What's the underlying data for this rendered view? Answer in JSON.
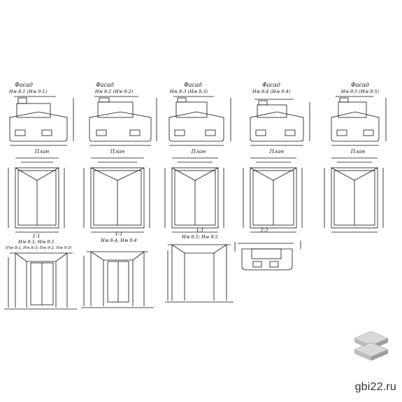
{
  "facades": [
    {
      "title": "Фасад",
      "subtitle": "Нм 8-1 (Нм 9-1)"
    },
    {
      "title": "Фасад",
      "subtitle": "Нм 8-2 (Нм 9-2)"
    },
    {
      "title": "Фасад",
      "subtitle": "Нм 8-3 (Нм 9-3)"
    },
    {
      "title": "Фасад",
      "subtitle": "Нм 8-4 (Нм 9-4)"
    },
    {
      "title": "Фасад",
      "subtitle": "Нм 8-5 (Нм 9-5)"
    }
  ],
  "plans": [
    {
      "title": "План"
    },
    {
      "title": "План"
    },
    {
      "title": "План"
    },
    {
      "title": "План"
    },
    {
      "title": "План"
    }
  ],
  "sections": [
    {
      "title": "1-1",
      "subtitle": "Нм 8-1; Нм 9-1",
      "note": "(Нм 8-2, Нм 8-3; Нм 9-2; Нм 9-3)"
    },
    {
      "title": "1-1",
      "subtitle": "Нм 8-4; Нм 9-4"
    },
    {
      "title": "1-1",
      "subtitle": "Нм 8-5; Нм 9-5"
    },
    {
      "title": "2-2"
    }
  ],
  "watermark": "gbi22.ru",
  "logo_icon": "stacked-slabs-icon",
  "colors": {
    "ink": "#111111",
    "logo_light": "#d9d9d9",
    "logo_mid": "#bdbdbd",
    "logo_dark": "#9e9e9e"
  }
}
